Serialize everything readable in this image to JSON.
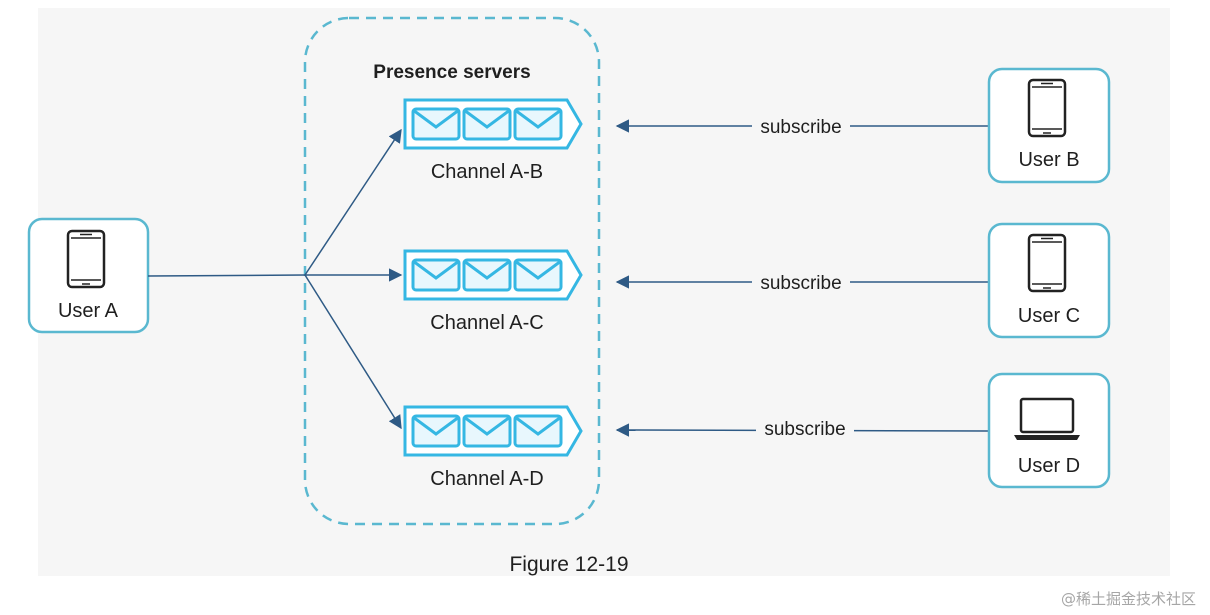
{
  "diagram": {
    "group_title": "Presence servers",
    "publisher": {
      "label": "User A",
      "device": "phone-icon"
    },
    "channels": [
      {
        "label": "Channel A-B"
      },
      {
        "label": "Channel A-C"
      },
      {
        "label": "Channel A-D"
      }
    ],
    "subscribers": [
      {
        "label": "User B",
        "device": "phone-icon",
        "edge_label": "subscribe"
      },
      {
        "label": "User C",
        "device": "phone-icon",
        "edge_label": "subscribe"
      },
      {
        "label": "User D",
        "device": "laptop-icon",
        "edge_label": "subscribe"
      }
    ],
    "caption": "Figure 12-19",
    "watermark": "@稀土掘金技术社区",
    "colors": {
      "accent": "#5ab8d0",
      "envelope": "#35b7e3",
      "envelope_fill": "#e8f7fd",
      "arrow": "#2e5a85",
      "text": "#1f1f1f",
      "band": "#f6f6f6"
    }
  }
}
